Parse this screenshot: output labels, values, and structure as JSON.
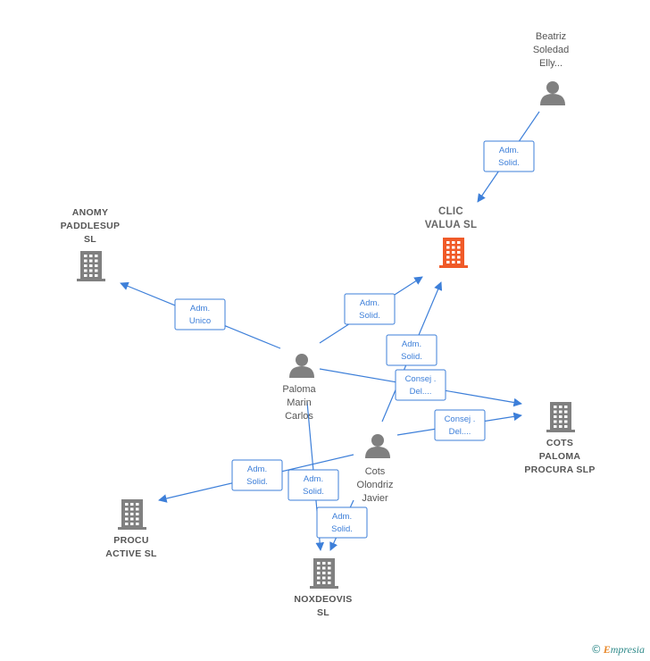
{
  "diagram": {
    "nodes": [
      {
        "id": "clic",
        "type": "company",
        "main": true,
        "lines": [
          "CLIC",
          "VALUA  SL"
        ],
        "color": "#f05a28"
      },
      {
        "id": "anomy",
        "type": "company",
        "lines": [
          "ANOMY",
          "PADDLESUP",
          "SL"
        ],
        "color": "#808080"
      },
      {
        "id": "cots_paloma",
        "type": "company",
        "lines": [
          "COTS",
          "PALOMA",
          "PROCURA  SLP"
        ],
        "color": "#808080"
      },
      {
        "id": "procu",
        "type": "company",
        "lines": [
          "PROCU",
          "ACTIVE  SL"
        ],
        "color": "#808080"
      },
      {
        "id": "noxdeovis",
        "type": "company",
        "lines": [
          "NOXDEOVIS",
          "SL"
        ],
        "color": "#808080"
      },
      {
        "id": "beatriz",
        "type": "person",
        "lines": [
          "Beatriz",
          "Soledad",
          "Elly..."
        ],
        "color": "#808080"
      },
      {
        "id": "paloma",
        "type": "person",
        "lines": [
          "Paloma",
          "Marin",
          "Carlos"
        ],
        "color": "#808080"
      },
      {
        "id": "cots_javier",
        "type": "person",
        "lines": [
          "Cots",
          "Olondriz",
          "Javier"
        ],
        "color": "#808080"
      }
    ],
    "edges": [
      {
        "from": "beatriz",
        "to": "clic",
        "label": [
          "Adm.",
          "Solid."
        ]
      },
      {
        "from": "paloma",
        "to": "anomy",
        "label": [
          "Adm.",
          "Unico"
        ]
      },
      {
        "from": "paloma",
        "to": "clic",
        "label": [
          "Adm.",
          "Solid."
        ]
      },
      {
        "from": "paloma",
        "to": "cots_paloma",
        "label": [
          "Consej .",
          "Del...."
        ]
      },
      {
        "from": "paloma",
        "to": "noxdeovis",
        "label": [
          "Adm.",
          "Solid."
        ]
      },
      {
        "from": "cots_javier",
        "to": "clic",
        "label": [
          "Adm.",
          "Solid."
        ]
      },
      {
        "from": "cots_javier",
        "to": "cots_paloma",
        "label": [
          "Consej .",
          "Del...."
        ]
      },
      {
        "from": "cots_javier",
        "to": "procu",
        "label": [
          "Adm.",
          "Solid."
        ]
      },
      {
        "from": "cots_javier",
        "to": "noxdeovis",
        "label": [
          "Adm.",
          "Solid."
        ]
      }
    ],
    "colors": {
      "edge": "#3d7fd9",
      "main_company": "#f05a28",
      "node": "#808080"
    }
  },
  "brand": {
    "copyright": "©",
    "name_initial": "E",
    "name_rest": "mpresia"
  }
}
